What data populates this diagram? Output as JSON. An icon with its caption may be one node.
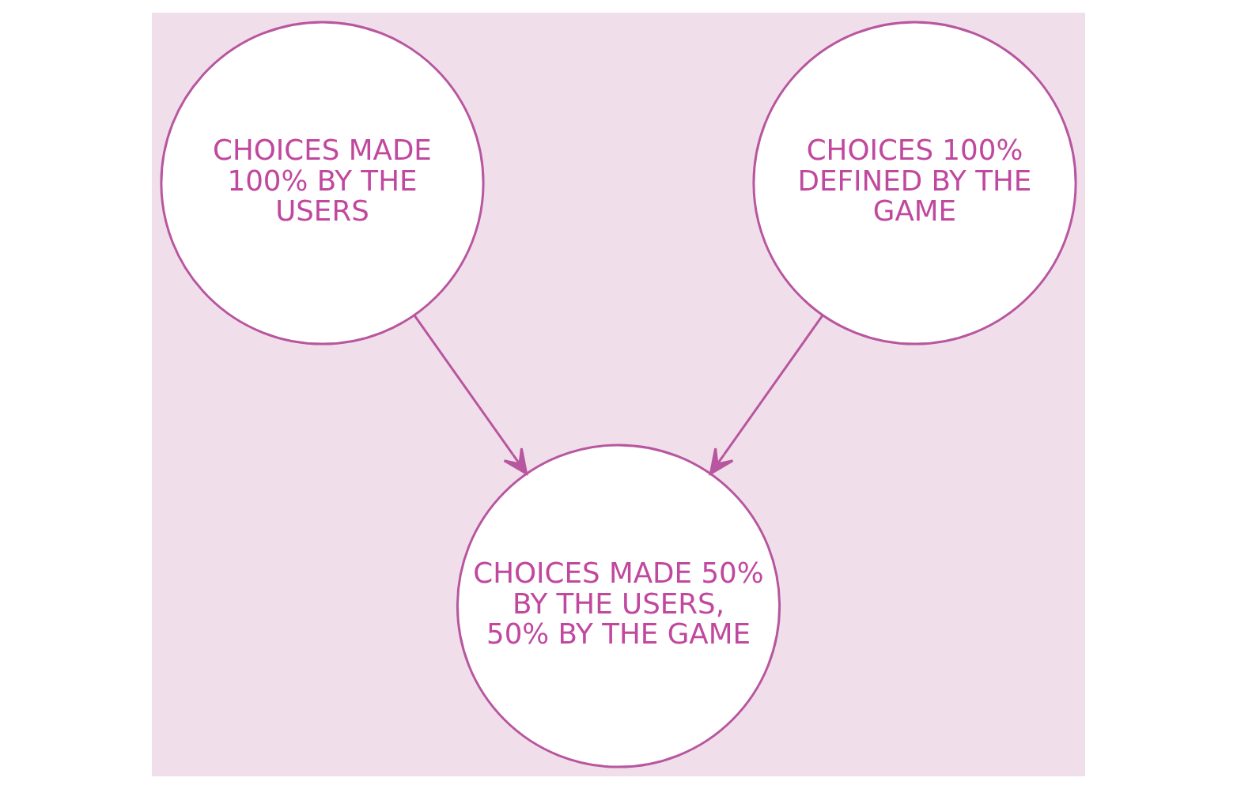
{
  "diagram": {
    "nodes": [
      {
        "text": [
          "CHOICES MADE 100% BY THE USERS"
        ]
      },
      {
        "text": [
          "CHOICES 100% DEFINED BY THE GAME"
        ]
      },
      {
        "text": [
          "CHOICES MADE 50% BY THE USERS, 50% BY THE GAME"
        ]
      }
    ],
    "edges": [
      {
        "from": 0,
        "to": 2,
        "arrow": "to"
      },
      {
        "from": 1,
        "to": 2,
        "arrow": "to"
      }
    ]
  }
}
